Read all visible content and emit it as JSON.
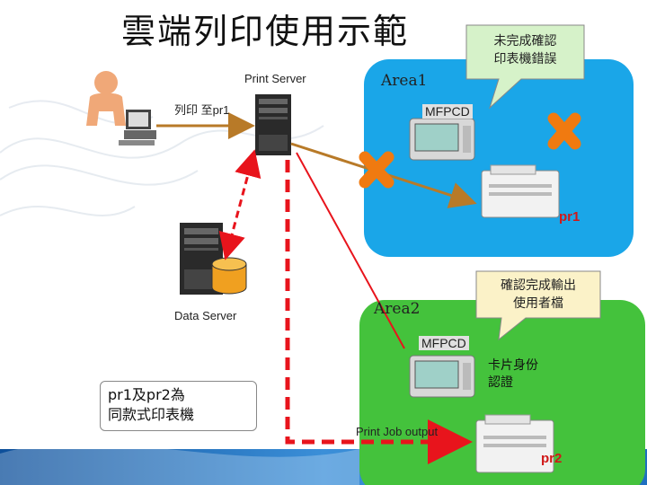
{
  "title": "雲端列印使用示範",
  "labels": {
    "print_server": "Print Server",
    "print_to_pr1": "列印 至pr1",
    "data_server": "Data Server",
    "print_job_output": "Print Job output",
    "area1": "Area1",
    "area2": "Area2",
    "mfpcd_1": "MFPCD",
    "mfpcd_2": "MFPCD",
    "pr1": "pr1",
    "pr2": "pr2",
    "card_auth_line1": "卡片身份",
    "card_auth_line2": "認證"
  },
  "bubbles": {
    "top_line1": "未完成確認",
    "top_line2": "印表機錯誤",
    "mid_line1": "確認完成輸出",
    "mid_line2": "使用者檔"
  },
  "note": {
    "line1": "pr1及pr2為",
    "line2": "同款式印表機"
  },
  "colors": {
    "area1_fill": "#1aa6e8",
    "area2_fill": "#44c23c",
    "error_x": "#f07a10",
    "dashed_arrow": "#e8141c",
    "solid_arrow": "#b87a28",
    "footer_blue": "#1f6fc0"
  },
  "icons": [
    "user-icon",
    "desktop-pc-icon",
    "server-icon",
    "database-icon",
    "printer-icon",
    "card-reader-icon",
    "error-x-icon"
  ]
}
